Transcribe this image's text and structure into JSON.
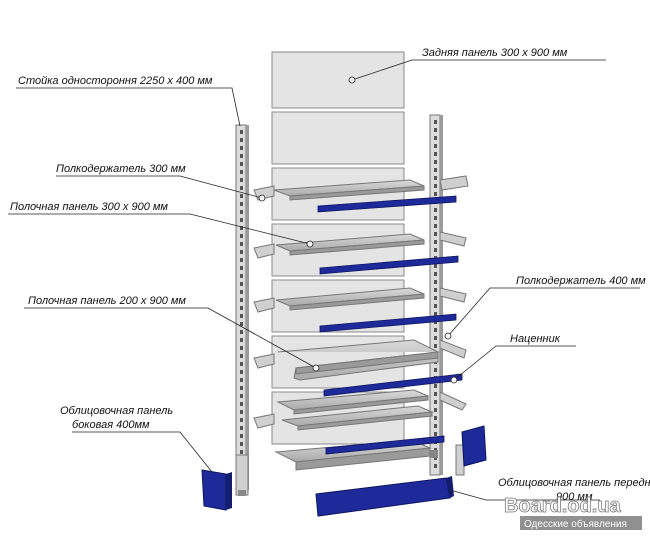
{
  "labels": {
    "rear_panel": "Задняя панель 300 х 900 мм",
    "upright": "Стойка одностороння 2250 х 400 мм",
    "holder_300": "Полкодержатель 300 мм",
    "shelf_300": "Полочная панель 300 х 900 мм",
    "holder_400": "Полкодержатель 400 мм",
    "shelf_200": "Полочная панель 200 х 900 мм",
    "price_holder": "Наценник",
    "side_cladding_line1": "Облицовочная панель",
    "side_cladding_line2": "боковая 400мм",
    "front_cladding_line1": "Облицовочная панель передняя",
    "front_cladding_line2": "900 мм"
  },
  "watermark": {
    "brand": "Board.od.ua",
    "caption": "Одесские объявления"
  },
  "colors": {
    "panel_fill": "#e4e4e4",
    "panel_stroke": "#8a8a8a",
    "metal": "#d6d6d6",
    "cladding": "#1e2a9a",
    "leader": "#222222"
  }
}
